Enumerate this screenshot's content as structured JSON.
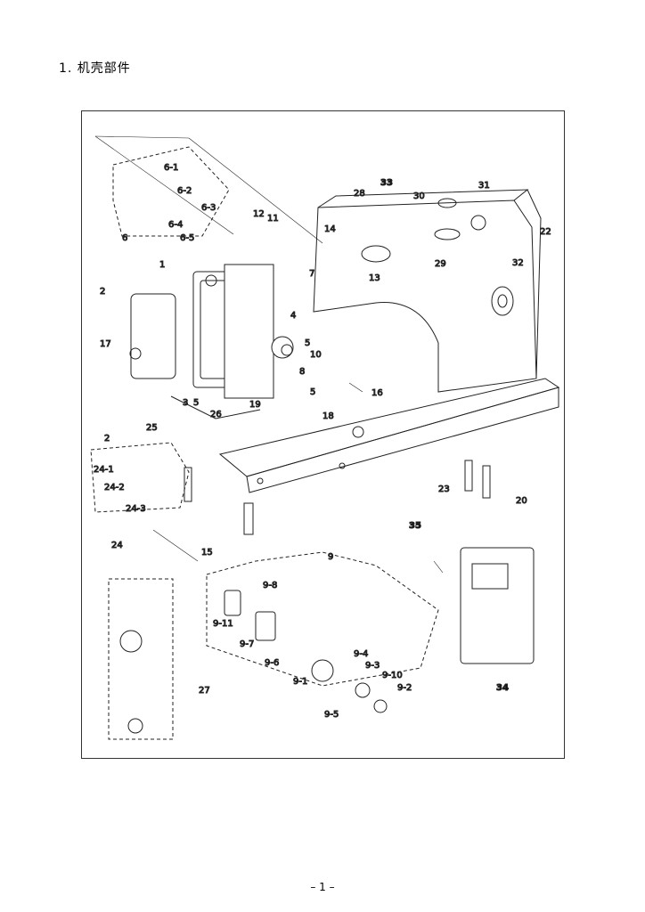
{
  "page": {
    "section_title": "1. 机壳部件",
    "page_number": "– 1 –"
  },
  "diagram": {
    "callouts": [
      "1",
      "2",
      "2",
      "3",
      "4",
      "5",
      "5",
      "5",
      "6",
      "6-1",
      "6-2",
      "6-3",
      "6-4",
      "6-5",
      "7",
      "8",
      "9",
      "9-1",
      "9-2",
      "9-3",
      "9-4",
      "9-5",
      "9-6",
      "9-7",
      "9-8",
      "9-10",
      "9-11",
      "10",
      "11",
      "12",
      "13",
      "14",
      "15",
      "16",
      "17",
      "18",
      "19",
      "20",
      "22",
      "23",
      "24",
      "24-1",
      "24-2",
      "24-3",
      "25",
      "26",
      "27",
      "28",
      "29",
      "30",
      "31",
      "32",
      "33",
      "34",
      "35"
    ]
  }
}
